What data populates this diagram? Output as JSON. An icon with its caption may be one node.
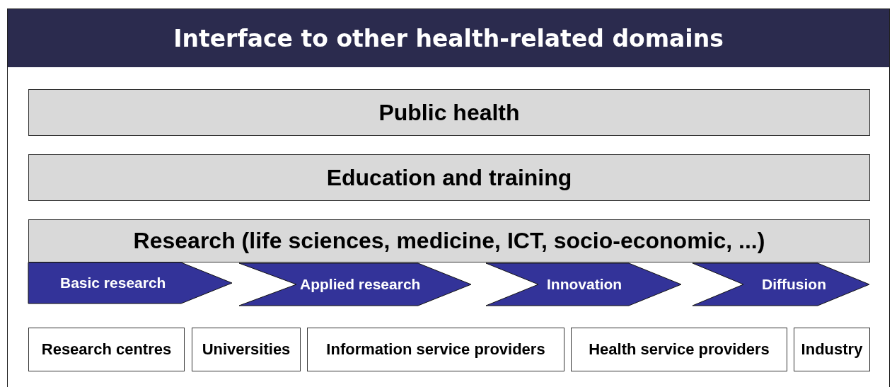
{
  "diagram": {
    "nodes": [
      {
        "text": [
          "Interface to other health-related domains"
        ]
      },
      {
        "text": [
          "Public health"
        ],
        "in": 0
      },
      {
        "text": [
          "Education and training"
        ],
        "in": 0
      },
      {
        "text": [
          "Research (life sciences, medicine, ICT, socio-economic, ...)"
        ],
        "in": 0
      },
      {
        "text": [
          "Basic research"
        ],
        "in": 0
      },
      {
        "text": [
          "Applied research"
        ],
        "in": 0
      },
      {
        "text": [
          "Innovation"
        ],
        "in": 0
      },
      {
        "text": [
          "Diffusion"
        ],
        "in": 0
      },
      {
        "text": [
          "Research centres"
        ],
        "in": 0
      },
      {
        "text": [
          "Universities"
        ],
        "in": 0
      },
      {
        "text": [
          "Information service providers"
        ],
        "in": 0
      },
      {
        "text": [
          "Health service providers"
        ],
        "in": 0
      },
      {
        "text": [
          "Industry"
        ],
        "in": 0
      }
    ]
  }
}
